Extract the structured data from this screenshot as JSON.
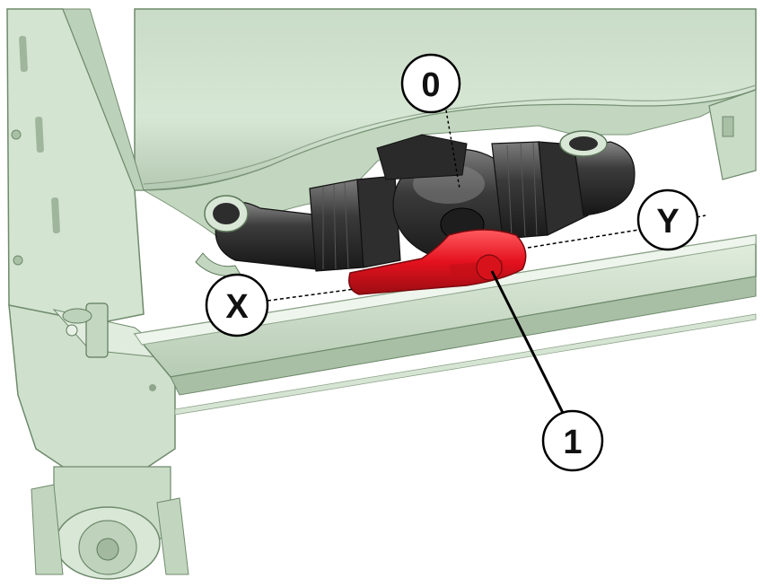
{
  "callouts": {
    "valve": "0",
    "lever": "1",
    "position_x": "X",
    "position_y": "Y"
  },
  "colors": {
    "frame": "#d6e6d4",
    "frame_shadow": "#b5cbb2",
    "tank": "#d2e3d0",
    "pipe": "#3a3a3a",
    "lever": "#e4111e",
    "line": "#000000"
  }
}
